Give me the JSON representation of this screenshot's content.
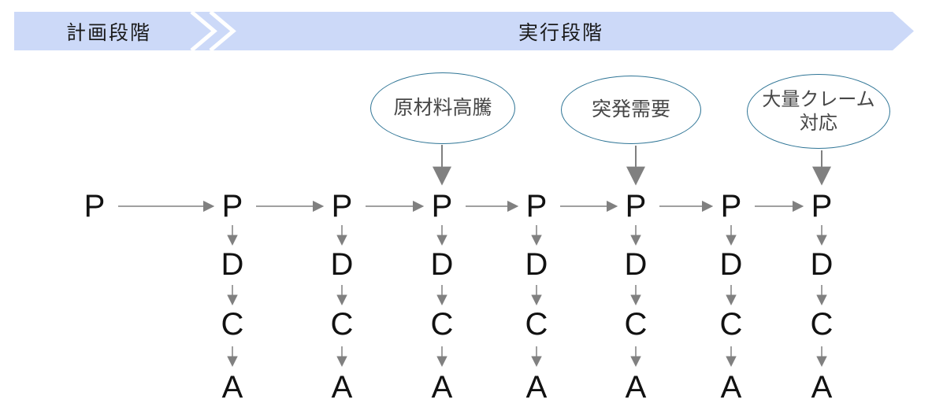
{
  "header": {
    "left_label": "計画段階",
    "right_label": "実行段階"
  },
  "diagram": {
    "initial_letter": "P",
    "cycle_letters": [
      "P",
      "D",
      "C",
      "A"
    ],
    "cycle_count": 7,
    "events": [
      {
        "label": "原材料高騰",
        "target_column": 3
      },
      {
        "label": "突発需要",
        "target_column": 5
      },
      {
        "label": "大量クレーム\n対応",
        "target_column": 7
      }
    ]
  },
  "colors": {
    "banner_fill": "#ccd9f8",
    "banner_chevron": "#ffffff",
    "bubble_stroke": "#2f7596",
    "arrow_gray": "#808080",
    "letter_color": "#111111",
    "bubble_text": "#474747",
    "banner_text": "#1a1a1a"
  }
}
